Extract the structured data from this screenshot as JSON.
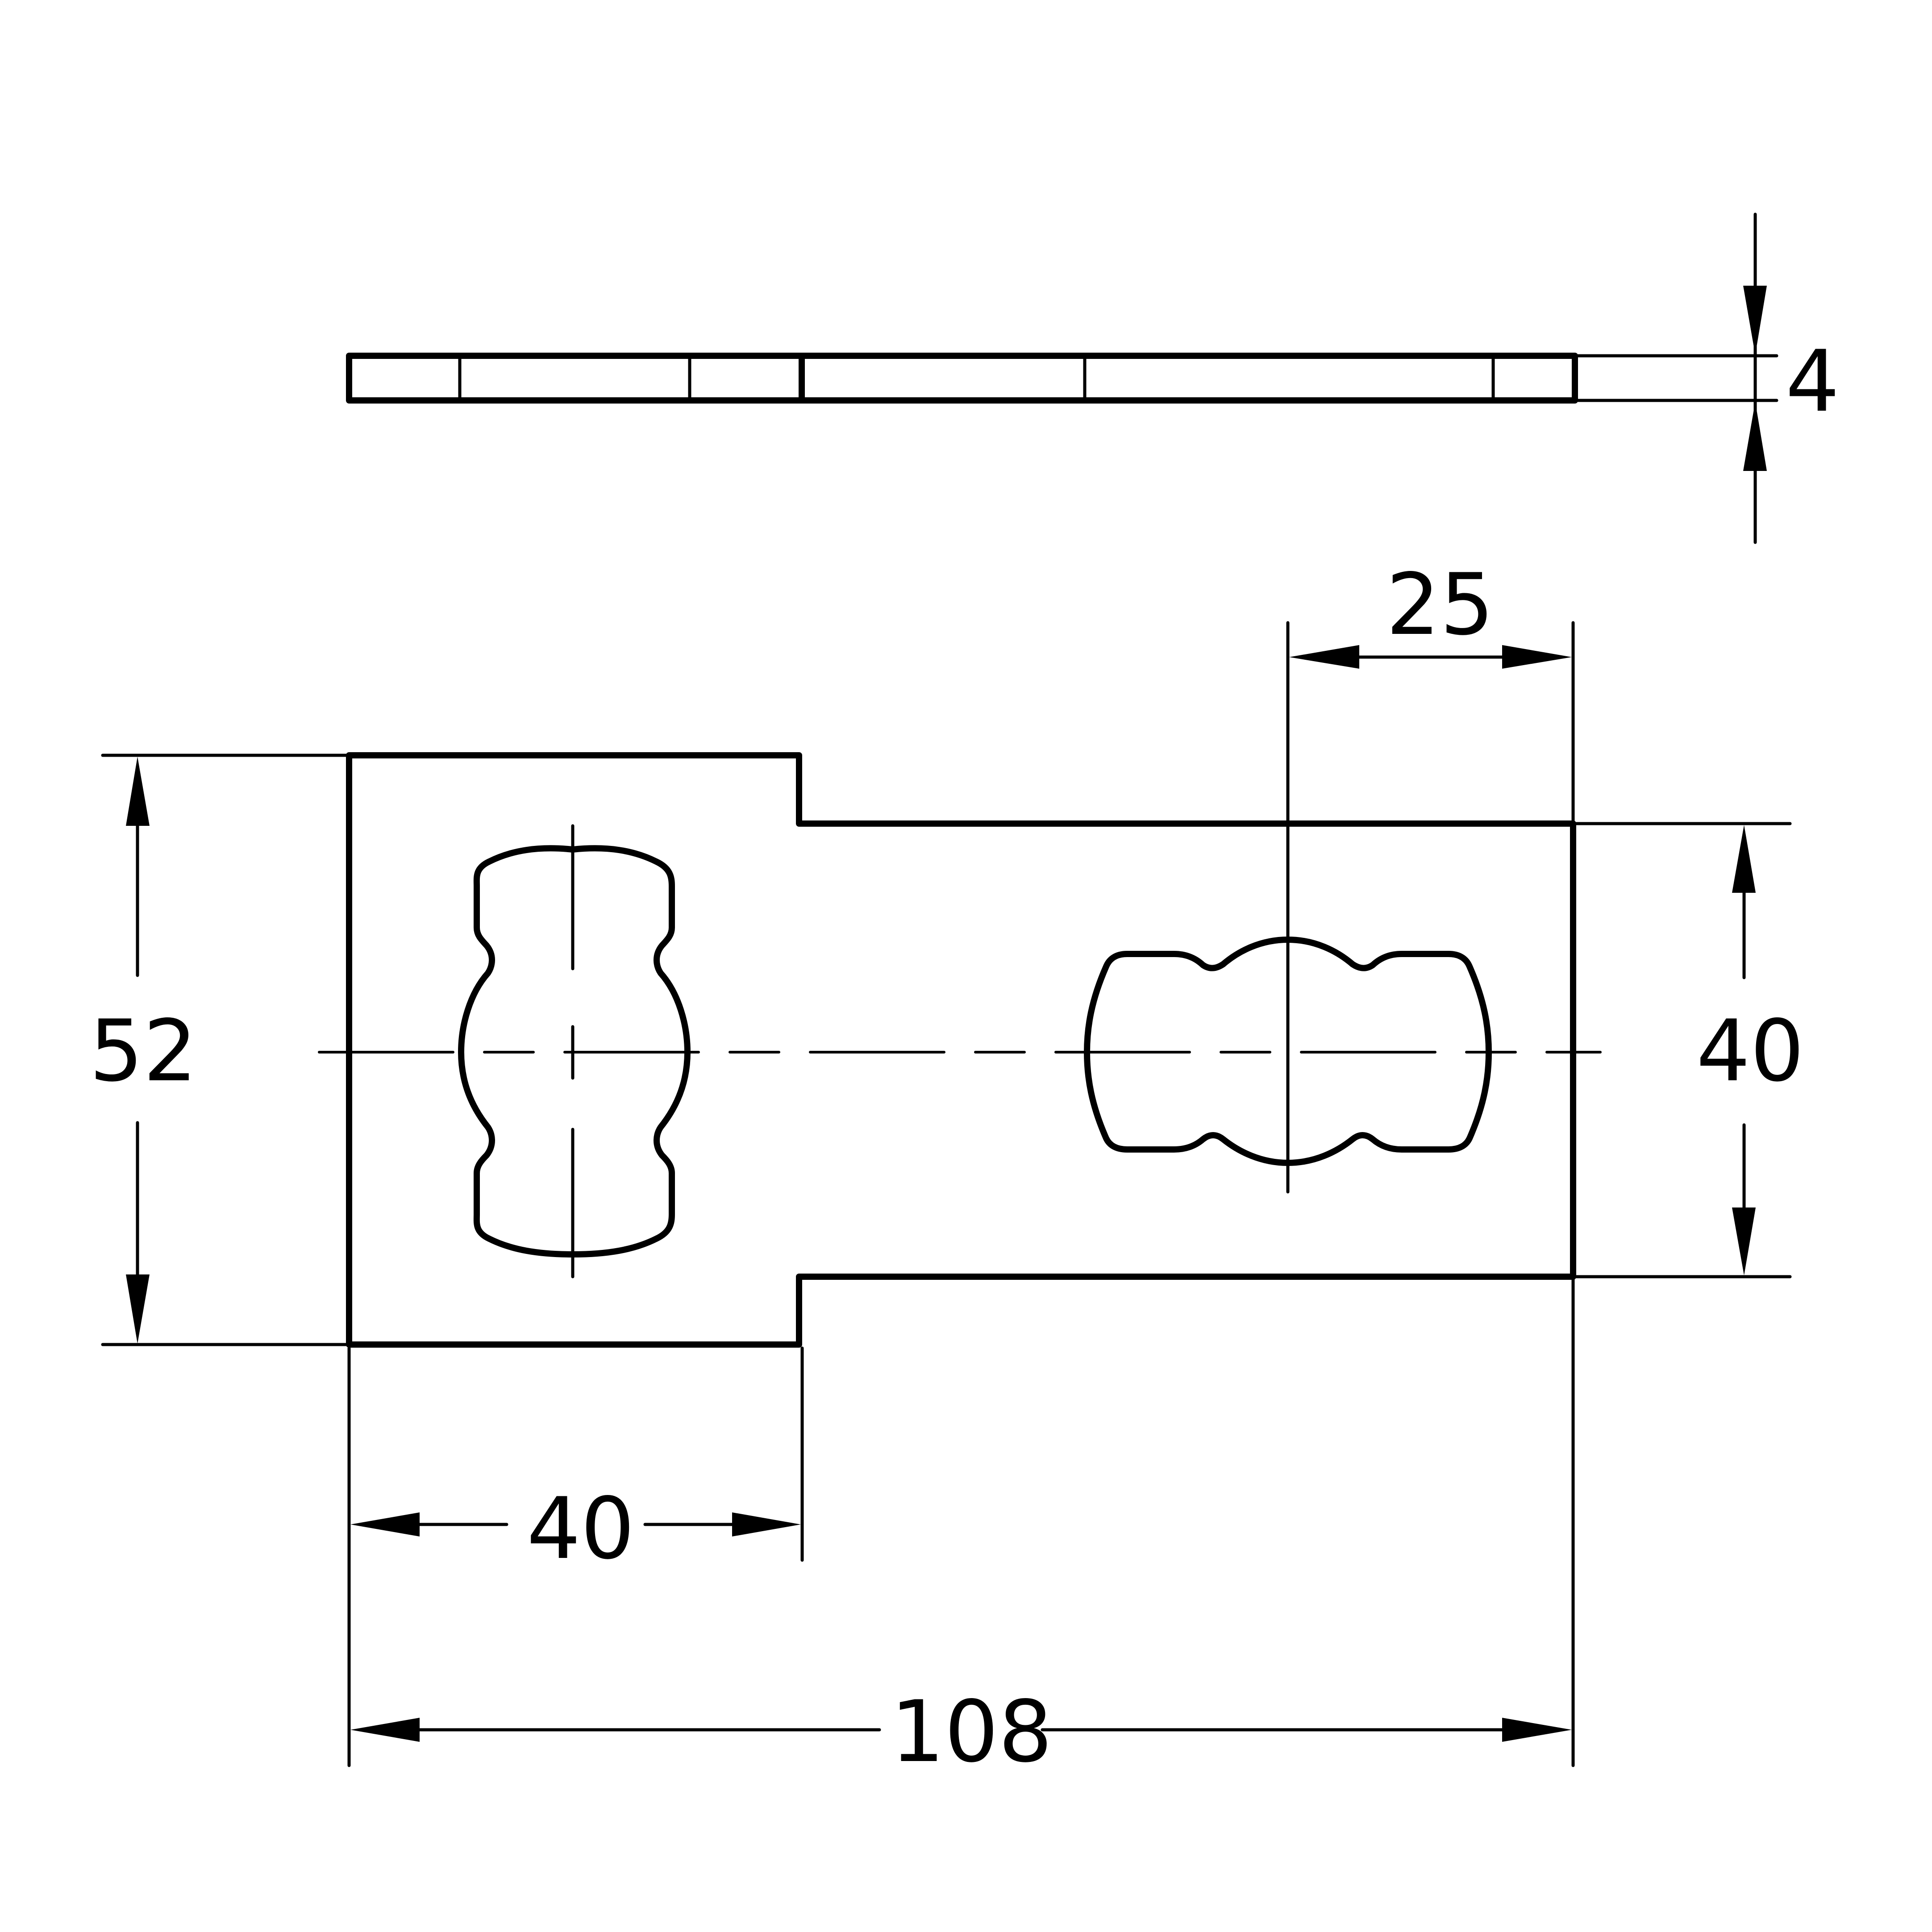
{
  "drawing": {
    "type": "mechanical-part-drawing",
    "units": "mm",
    "views": {
      "top_view": {
        "label": "edge view (thickness)",
        "section_lines": 6
      },
      "front_view": {
        "label": "plan view",
        "holes": [
          {
            "name": "left-hole",
            "shape": "lobed slot, vertical orientation"
          },
          {
            "name": "right-hole",
            "shape": "lobed slot, horizontal orientation"
          }
        ]
      }
    },
    "dimensions": {
      "thickness": {
        "value": "4",
        "direction": "vertical"
      },
      "overall_height": {
        "value": "52",
        "direction": "vertical"
      },
      "narrow_height": {
        "value": "40",
        "direction": "vertical"
      },
      "wide_length": {
        "value": "40",
        "direction": "horizontal"
      },
      "hole_offset": {
        "value": "25",
        "direction": "horizontal"
      },
      "overall_length": {
        "value": "108",
        "direction": "horizontal"
      }
    },
    "colors": {
      "line": "#000000",
      "background": "#ffffff"
    }
  }
}
